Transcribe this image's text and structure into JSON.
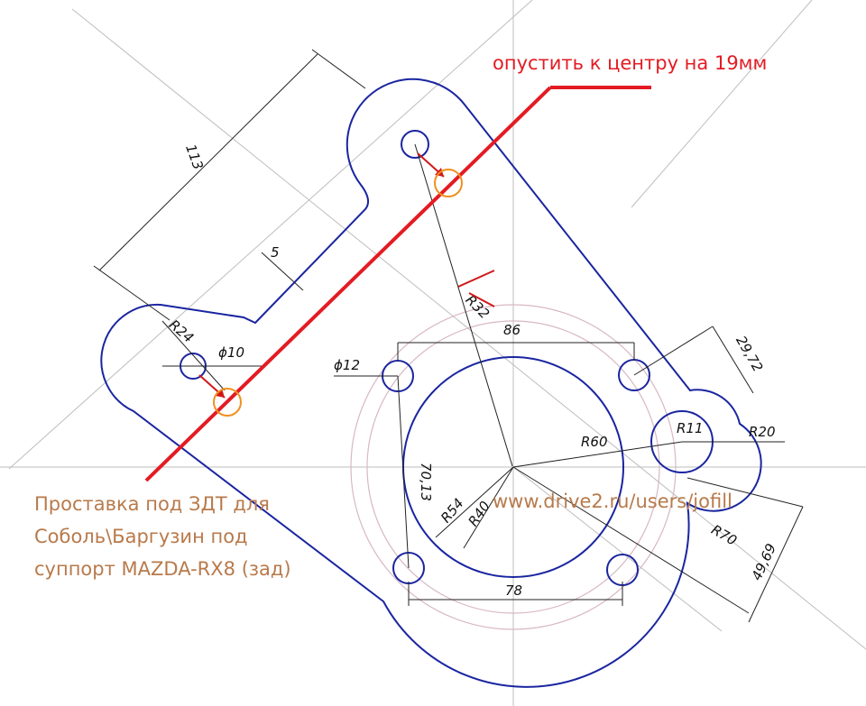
{
  "annotations": {
    "instruction": "опустить к центру на 19мм",
    "caption_lines": [
      "Проставка под ЗДТ для",
      "Соболь\\Баргузин под",
      "суппорт MAZDA-RX8 (зад)"
    ],
    "url": "www.drive2.ru/users/jofill"
  },
  "dimensions": {
    "d113": "113",
    "d5": "5",
    "r24": "R24",
    "phi10": "ϕ10",
    "r32": "R32",
    "d86": "86",
    "phi12": "ϕ12",
    "d29_72": "29,72",
    "r11": "R11",
    "r20": "R20",
    "r60": "R60",
    "d70_13": "70,13",
    "r54": "R54",
    "r40": "R40",
    "r70": "R70",
    "d49_69": "49,69",
    "d78": "78"
  },
  "colors": {
    "outline": "#1a25a0",
    "markup_red": "#e31b23",
    "marker_orange": "#f0901e",
    "caption_brown": "#b87a4b"
  }
}
